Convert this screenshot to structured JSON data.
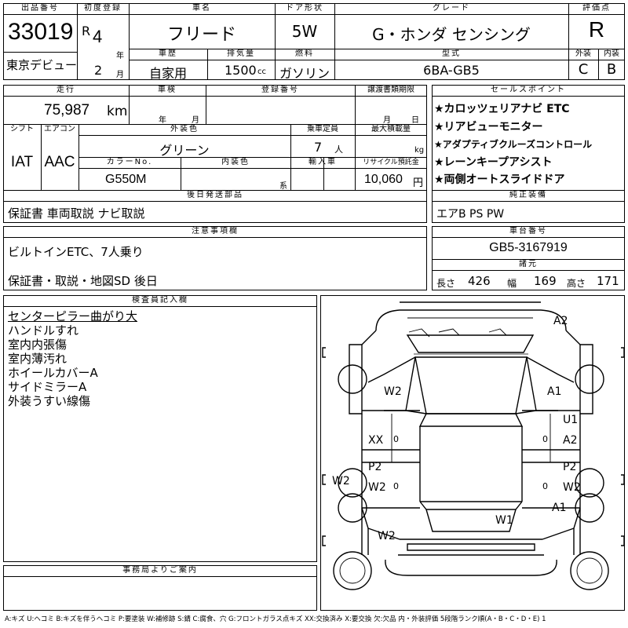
{
  "header": {
    "lot_no_label": "出品番号",
    "lot_no": "33019",
    "venue": "東京デビュー",
    "first_reg_label": "初度登録",
    "era": "R",
    "year": "4",
    "year_unit": "年",
    "month": "2",
    "month_unit": "月",
    "car_name_label": "車名",
    "car_name": "フリード",
    "door_label": "ドア形状",
    "door": "5W",
    "grade_label": "グレード",
    "grade": "G・ホンダ センシング",
    "score_label": "評価点",
    "score": "R",
    "history_label": "車歴",
    "history": "自家用",
    "displacement_label": "排気量",
    "displacement": "1500",
    "displacement_unit": "cc",
    "fuel_label": "燃料",
    "fuel": "ガソリン",
    "model_label": "型式",
    "model": "6BA-GB5",
    "ext_label": "外装",
    "ext_grade": "C",
    "int_label": "内装",
    "int_grade": "B"
  },
  "middle": {
    "mileage_label": "走行",
    "mileage": "75,987",
    "mileage_unit": "km",
    "inspection_label": "車検",
    "insp_year_unit": "年",
    "insp_month_unit": "月",
    "reg_no_label": "登録番号",
    "transfer_label": "譲渡書類期限",
    "transfer_month_unit": "月",
    "transfer_day_unit": "日",
    "shift_label": "シフト",
    "shift": "IAT",
    "aircon_label": "エアコン",
    "aircon": "AAC",
    "ext_color_label": "外装色",
    "ext_color": "グリーン",
    "capacity_label": "乗車定員",
    "capacity": "7",
    "capacity_unit": "人",
    "max_load_label": "最大積載量",
    "max_load_unit": "kg",
    "color_no_label": "カラーNo.",
    "color_no": "G550M",
    "int_color_label": "内装色",
    "int_color_unit": "系",
    "import_label": "輸入車",
    "recycle_label": "リサイクル預託金",
    "recycle": "10,060",
    "recycle_unit": "円",
    "later_parts_label": "後日発送部品",
    "later_parts": "保証書 車両取説 ナビ取説"
  },
  "sales_points": {
    "label": "セールスポイント",
    "items": [
      "★カロッツェリアナビ ETC",
      "★リアビューモニター",
      "★アダプティブクルーズコントロール",
      "★レーンキープアシスト",
      "★両側オートスライドドア"
    ]
  },
  "standard_equipment": {
    "label": "純正装備",
    "value": "エアB PS PW"
  },
  "notes": {
    "label": "注意事項欄",
    "line1": "ビルトインETC、7人乗り",
    "line2": "保証書・取説・地図SD 後日"
  },
  "chassis": {
    "label": "車台番号",
    "value": "GB5-3167919",
    "spec_label": "諸元",
    "length_label": "長さ",
    "length": "426",
    "width_label": "幅",
    "width": "169",
    "height_label": "高さ",
    "height": "171"
  },
  "inspector": {
    "label": "検査員記入欄",
    "lines": [
      "センターピラー曲がり大",
      "ハンドルすれ",
      "室内内張傷",
      "室内薄汚れ",
      "ホイールカバーA",
      "サイドミラーA",
      "外装うすい線傷"
    ]
  },
  "diagram": {
    "marks": {
      "a2_top": "A2",
      "w2_fl": "W2",
      "a1_fr": "A1",
      "u1_r": "U1",
      "a2_r": "A2",
      "xx_l": "XX",
      "p2_l": "P2",
      "w2_l": "W2",
      "p2_r": "P2",
      "w2_r": "W2",
      "w2_far_l": "W2",
      "a1_rr": "A1",
      "w1_rear": "W1",
      "w2_rl": "W2",
      "zero_l1": "0",
      "zero_l2": "0",
      "zero_r1": "0",
      "zero_r2": "0"
    }
  },
  "office": {
    "label": "事務局よりご案内"
  },
  "legend": "A:キズ U:ヘコミ B:キズを伴うヘコミ P:要塗装 W:補修跡 S:錆 C:腐食、穴 G:フロントガラス点キズ XX:交換済み X:要交換 欠:欠品 内・外装評価 5段階ランク順(A・B・C・D・E) 1"
}
